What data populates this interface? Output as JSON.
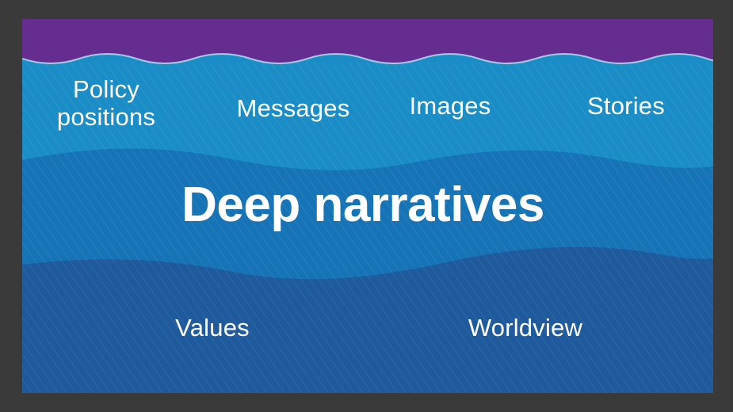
{
  "layers": {
    "surface": {
      "items": [
        {
          "label": "Policy positions"
        },
        {
          "label": "Messages"
        },
        {
          "label": "Images"
        },
        {
          "label": "Stories"
        }
      ]
    },
    "middle": {
      "label": "Deep narratives"
    },
    "deep": {
      "items": [
        {
          "label": "Values"
        },
        {
          "label": "Worldview"
        }
      ]
    }
  },
  "colors": {
    "frame": "#3a3a3a",
    "sky": "#652d90",
    "surface_water": "#1a8dc6",
    "middle_water": "#1674b6",
    "deep_water": "#1e5a9c",
    "text": "#ffffff"
  }
}
